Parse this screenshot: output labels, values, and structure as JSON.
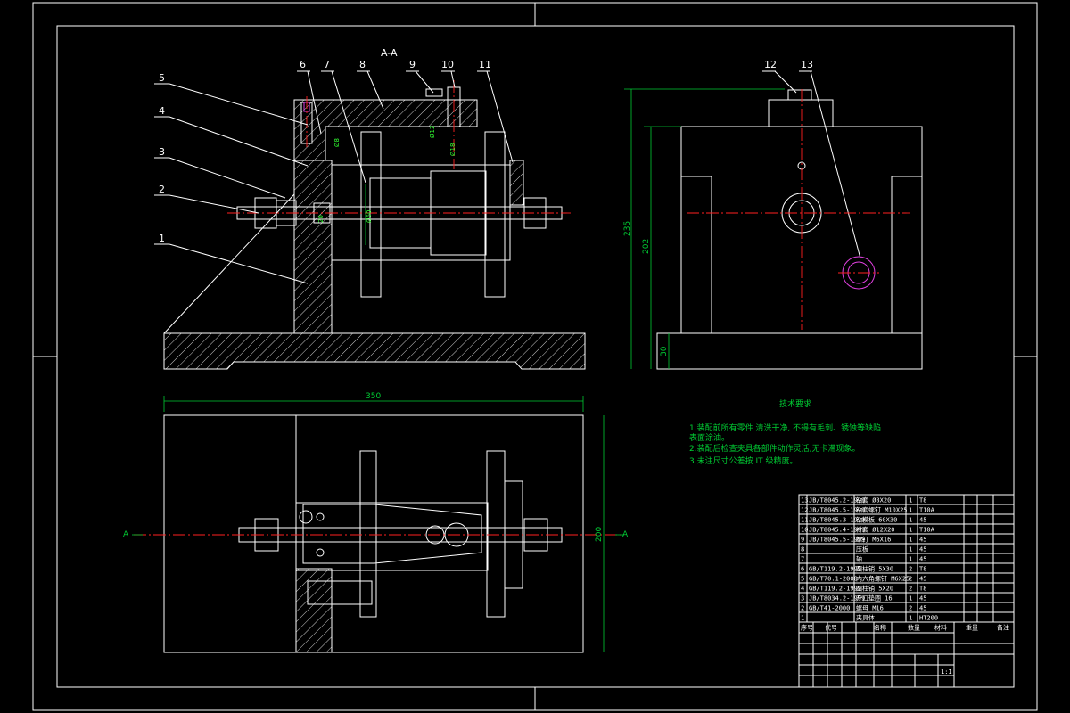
{
  "section_label": "A-A",
  "view_markers": {
    "left": "A",
    "right": "A"
  },
  "callouts": [
    "1",
    "2",
    "3",
    "4",
    "5",
    "6",
    "7",
    "8",
    "9",
    "10",
    "11",
    "12",
    "13"
  ],
  "dimensions": {
    "width_350": "350",
    "depth_200": "200",
    "height_235": "235",
    "height_202": "202",
    "base_30": "30",
    "dia_60": "Ø60",
    "dia_20": "20",
    "dia_12": "Ø12",
    "dia_18": "Ø18",
    "dia_8": "Ø8"
  },
  "notes": {
    "title": "技术要求",
    "line1": "1.装配前所有零件 清洗干净, 不得有毛刺、锈蚀等缺陷",
    "line1b": "表面涂油。",
    "line2": "2.装配后检查夹具各部件动作灵活,无卡滞现象。",
    "line3": "3.未注尺寸公差按 IT 级精度。"
  },
  "bom": [
    {
      "no": "13",
      "std": "JB/T8045.2-1999",
      "name": "钻套 Ø8X20",
      "qty": "1",
      "mat": "T8"
    },
    {
      "no": "12",
      "std": "JB/T8045.5-1999",
      "name": "钻套螺钉 M10X25",
      "qty": "1",
      "mat": "T10A"
    },
    {
      "no": "11",
      "std": "JB/T8045.3-1999",
      "name": "钻模板 60X30",
      "qty": "1",
      "mat": "45"
    },
    {
      "no": "10",
      "std": "JB/T8045.4-1999",
      "name": "衬套 Ø12X20",
      "qty": "1",
      "mat": "T10A"
    },
    {
      "no": "9",
      "std": "JB/T8045.5-1999",
      "name": "螺钉 M6X16",
      "qty": "1",
      "mat": "45"
    },
    {
      "no": "8",
      "std": "",
      "name": "压板",
      "qty": "1",
      "mat": "45"
    },
    {
      "no": "7",
      "std": "",
      "name": "轴",
      "qty": "1",
      "mat": "45"
    },
    {
      "no": "6",
      "std": "GB/T119.2-1999",
      "name": "圆柱销 5X30",
      "qty": "2",
      "mat": "T8"
    },
    {
      "no": "5",
      "std": "GB/T70.1-2000",
      "name": "内六角螺钉 M6X25",
      "qty": "2",
      "mat": "45"
    },
    {
      "no": "4",
      "std": "GB/T119.2-1999",
      "name": "圆柱销 5X20",
      "qty": "2",
      "mat": "T8"
    },
    {
      "no": "3",
      "std": "JB/T8034.2-1999",
      "name": "开口垫圈 16",
      "qty": "1",
      "mat": "45"
    },
    {
      "no": "2",
      "std": "GB/T41-2000",
      "name": "螺母 M16",
      "qty": "2",
      "mat": "45"
    },
    {
      "no": "1",
      "std": "",
      "name": "夹具体",
      "qty": "1",
      "mat": "HT200"
    }
  ],
  "bom_header": {
    "no": "序号",
    "std": "代号",
    "name": "名称",
    "qty": "数量",
    "mat": "材料",
    "weight": "重量",
    "note": "备注"
  },
  "title_block": {
    "sheet": "1:1"
  }
}
